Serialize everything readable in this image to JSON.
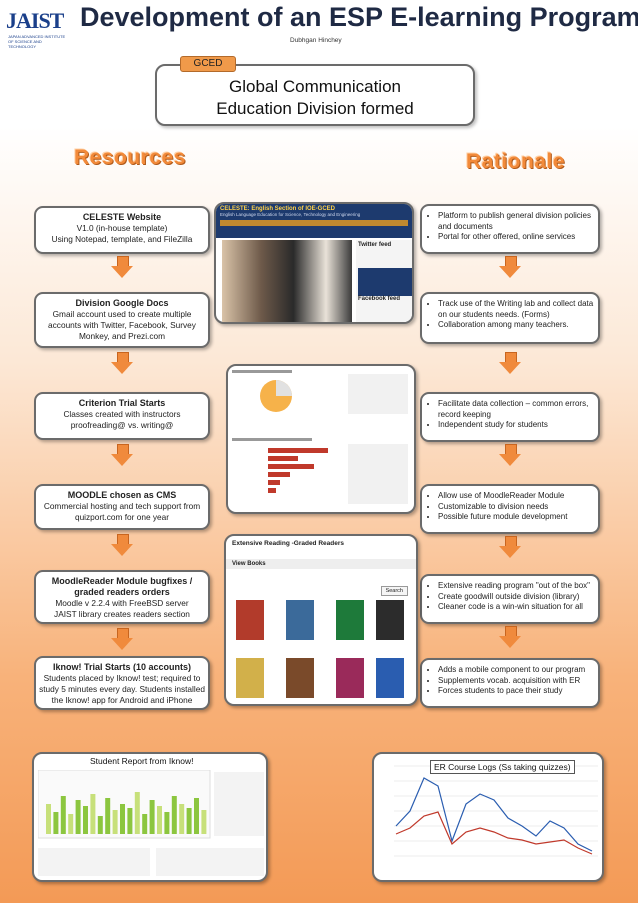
{
  "header": {
    "logo_text": "JAIST",
    "logo_subtitle": "JAPAN ADVANCED INSTITUTE OF SCIENCE AND TECHNOLOGY",
    "title": "Development of an ESP E-learning Program",
    "author": "Dubhgan Hinchey"
  },
  "main": {
    "tag": "GCED",
    "line1": "Global Communication",
    "line2": "Education Division formed"
  },
  "headings": {
    "resources": "Resources",
    "rationale": "Rationale"
  },
  "resources": [
    {
      "title": "CELESTE Website",
      "l1": "V1.0 (in-house template)",
      "l2": "Using Notepad, template, and FileZilla",
      "l3": ""
    },
    {
      "title": "Division Google Docs",
      "l1": "Gmail account used to create multiple",
      "l2": "accounts with Twitter, Facebook, Survey",
      "l3": "Monkey, and Prezi.com"
    },
    {
      "title": "Criterion Trial Starts",
      "l1": "Classes created with instructors",
      "l2": "proofreading@ vs. writing@",
      "l3": ""
    },
    {
      "title": "MOODLE chosen as CMS",
      "l1": "Commercial hosting and tech support from",
      "l2": "quizport.com for one year",
      "l3": ""
    },
    {
      "title": "MoodleReader Module bugfixes / graded readers orders",
      "l1": "Moodle v 2.2.4 with FreeBSD server",
      "l2": "JAIST library creates  readers section",
      "l3": ""
    },
    {
      "title": "Iknow! Trial Starts (10 accounts)",
      "l1": "Students placed by Iknow! test; required to",
      "l2": "study 5 minutes every day. Students installed",
      "l3": "the Iknow! app for Android and iPhone"
    }
  ],
  "rationale": [
    [
      "Platform to publish general division policies and documents",
      "Portal for other offered, online services"
    ],
    [
      "Track use of the Writing lab and  collect data on our students needs. (Forms)",
      "Collaboration among many teachers."
    ],
    [
      "Facilitate data collection – common errors, record keeping",
      "Independent study for students"
    ],
    [
      "Allow use of MoodleReader Module",
      "Customizable to division needs",
      "Possible future module development"
    ],
    [
      "Extensive reading program \"out of the box\"",
      "Create goodwill outside division (library)",
      "Cleaner code is a win-win situation for all"
    ],
    [
      "Adds a mobile component to our program",
      "Supplements vocab. acquisition with ER",
      "Forces students to pace their study"
    ]
  ],
  "screenshots": {
    "celeste": {
      "banner": "CELESTE: English Section of IOE-GCED",
      "sub": "English Language Education for Science, Technology and Engineering",
      "twitter": "Twitter feed",
      "facebook": "Facebook feed"
    },
    "readers": {
      "title": "Extensive Reading -Graded Readers",
      "view": "View Books",
      "search": "Search"
    },
    "iknow_caption": "Student Report from Iknow!",
    "er_caption": "ER Course Logs (Ss taking quizzes)"
  },
  "colors": {
    "accent": "#f08a3c",
    "title": "#1f2a44",
    "series1": "#2a5db0",
    "series2": "#c0392b"
  }
}
